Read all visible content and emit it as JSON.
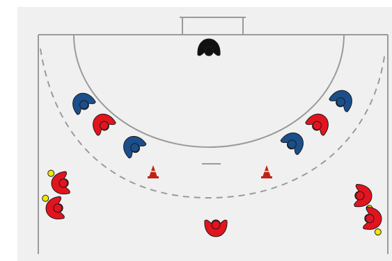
{
  "diagram": {
    "background_color": "#f0f0f0",
    "line_color": "#9a9a9a",
    "colors": {
      "red_team": "#e2141e",
      "blue_team": "#1a4f8c",
      "goalkeeper": "#111111",
      "ball": "#f2e600",
      "cone_base": "#b3261e",
      "cone_stripe": "#f4d03f"
    },
    "legend": [],
    "player_icons": [
      {
        "id": "goalkeeper",
        "team": "goalkeeper",
        "icon": "goalkeeper-icon",
        "has_ball": false
      },
      {
        "id": "blue-left-1",
        "team": "blue",
        "icon": "defender-icon",
        "has_ball": false
      },
      {
        "id": "red-left-1",
        "team": "red",
        "icon": "attacker-icon",
        "has_ball": false
      },
      {
        "id": "blue-left-2",
        "team": "blue",
        "icon": "defender-icon",
        "has_ball": false
      },
      {
        "id": "blue-right-1",
        "team": "blue",
        "icon": "defender-icon",
        "has_ball": false
      },
      {
        "id": "red-right-1",
        "team": "red",
        "icon": "attacker-icon",
        "has_ball": false
      },
      {
        "id": "blue-right-2",
        "team": "blue",
        "icon": "defender-icon",
        "has_ball": false
      },
      {
        "id": "red-wing-left-1",
        "team": "red",
        "icon": "attacker-with-ball-icon",
        "has_ball": true
      },
      {
        "id": "red-wing-left-2",
        "team": "red",
        "icon": "attacker-with-ball-icon",
        "has_ball": true
      },
      {
        "id": "red-center",
        "team": "red",
        "icon": "attacker-icon",
        "has_ball": false
      },
      {
        "id": "red-wing-right-1",
        "team": "red",
        "icon": "attacker-with-ball-icon",
        "has_ball": true
      },
      {
        "id": "red-wing-right-2",
        "team": "red",
        "icon": "attacker-with-ball-icon",
        "has_ball": true
      }
    ],
    "cones": [
      {
        "id": "cone-left",
        "icon": "cone-icon"
      },
      {
        "id": "cone-right",
        "icon": "cone-icon"
      }
    ]
  }
}
